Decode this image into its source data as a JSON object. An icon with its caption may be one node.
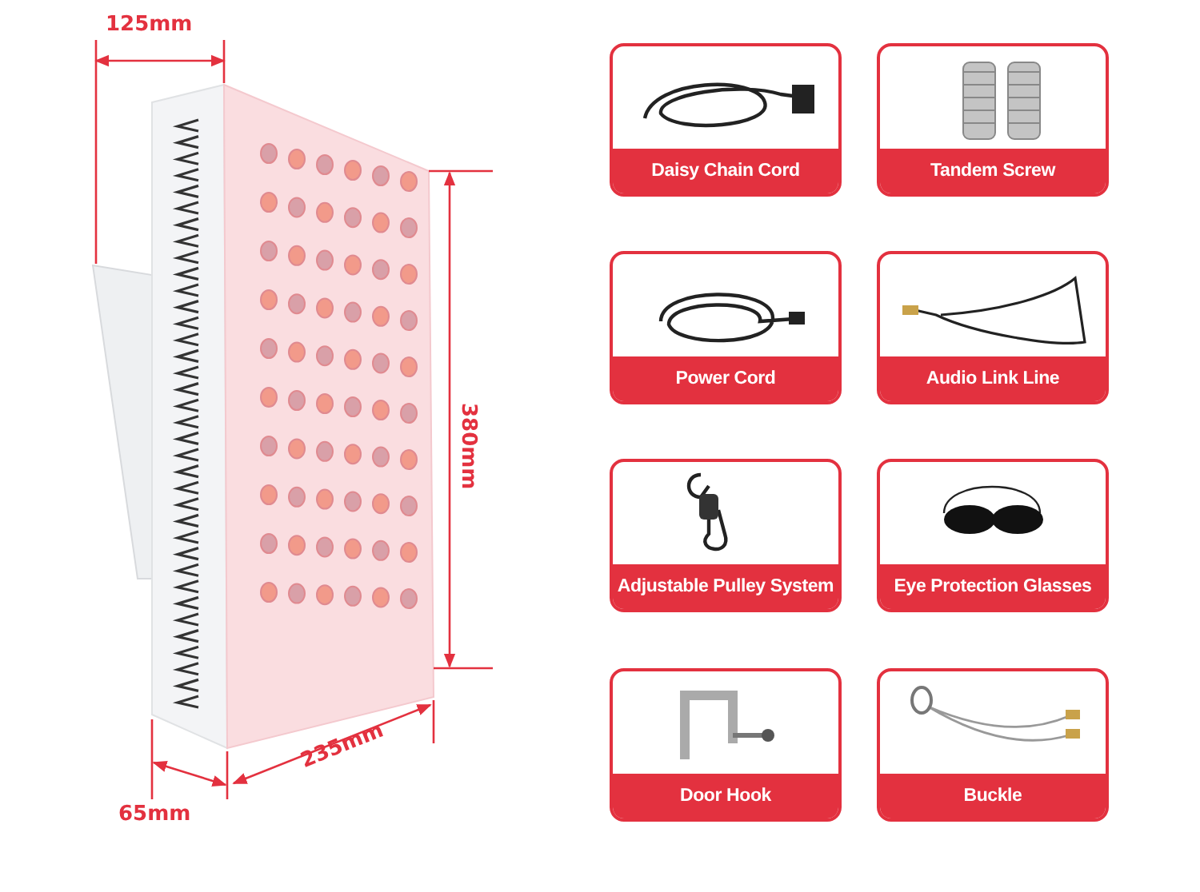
{
  "diagram": {
    "nodes": [
      {
        "text": [
          "Daisy Chain Cord"
        ]
      },
      {
        "text": [
          "Tandem Screw"
        ]
      },
      {
        "text": [
          "Power Cord"
        ]
      },
      {
        "text": [
          "Audio Link Line"
        ]
      },
      {
        "text": [
          "Adjustable Pulley System"
        ]
      },
      {
        "text": [
          "Eye Protection Glasses"
        ]
      },
      {
        "text": [
          "Door Hook"
        ]
      },
      {
        "text": [
          "Buckle"
        ]
      }
    ],
    "labels": [
      "125mm",
      "380mm",
      "65mm",
      "235mm"
    ]
  }
}
